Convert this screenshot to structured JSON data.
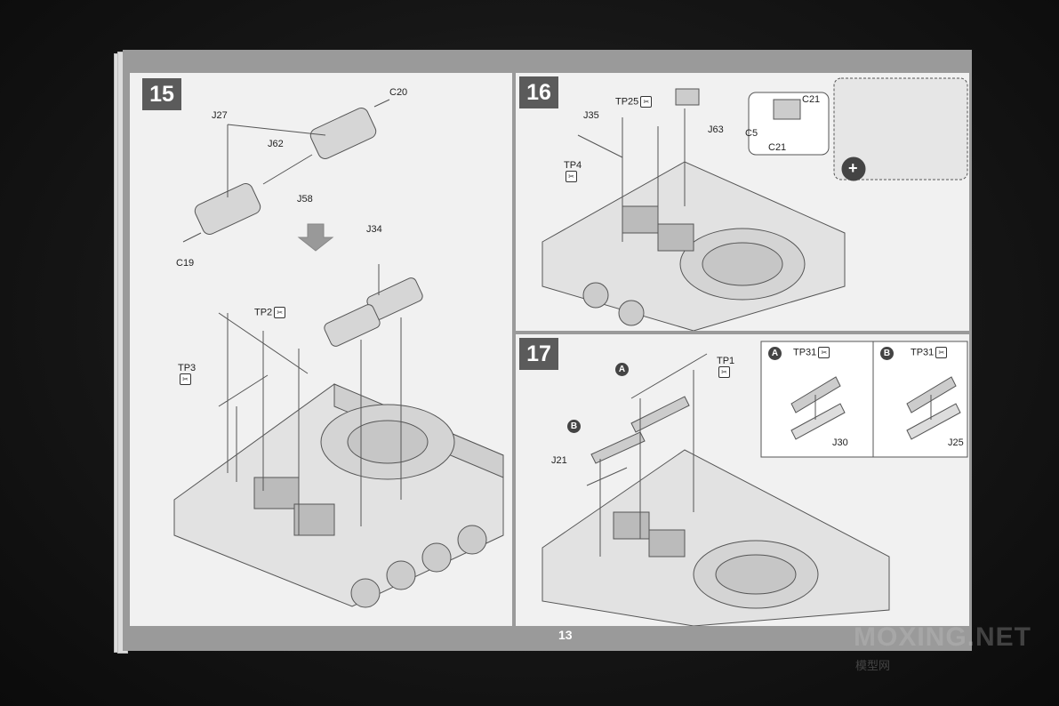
{
  "booklet": {
    "page_number": "13",
    "steps": [
      {
        "number": "15"
      },
      {
        "number": "16"
      },
      {
        "number": "17"
      }
    ],
    "step15": {
      "parts": [
        "C20",
        "J27",
        "J62",
        "J58",
        "C19",
        "J34",
        "TP2",
        "TP3"
      ]
    },
    "step16": {
      "parts": [
        "TP25",
        "J35",
        "TP4",
        "J63",
        "C21",
        "C5",
        "C21"
      ]
    },
    "step17": {
      "parts": [
        "A",
        "TP1",
        "B",
        "J21"
      ],
      "option_a": {
        "marker": "A",
        "part": "TP31",
        "rail": "J30"
      },
      "option_b": {
        "marker": "B",
        "part": "TP31",
        "rail": "J25"
      }
    },
    "colors": {
      "page": "#f1f1f1",
      "frame": "#9a9a9a",
      "badge": "#5b5b5b",
      "line_art": "#555555"
    }
  },
  "watermark": {
    "text": "MOXING.NET",
    "sub": "模型网"
  }
}
